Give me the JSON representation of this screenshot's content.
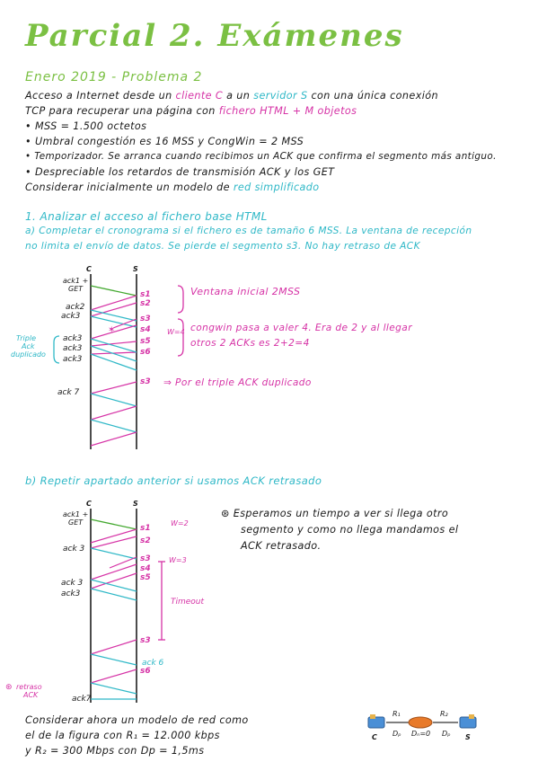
{
  "header": {
    "title": "Parcial 2. Exámenes",
    "subtitle": "Enero 2019 - Problema 2"
  },
  "intro": {
    "l1a": "Acceso a Internet desde un ",
    "l1b": "cliente C",
    "l1c": " a un ",
    "l1d": "servidor S",
    "l1e": " con una única conexión",
    "l2a": "TCP para recuperar una página con ",
    "l2b": "fichero HTML + M objetos",
    "b1": "• MSS = 1.500 octetos",
    "b2": "• Umbral congestión es 16 MSS y CongWin = 2 MSS",
    "b3": "• Temporizador. Se arranca cuando recibimos un ACK que confirma el segmento más antiguo.",
    "b4": "• Despreciable los retardos de transmisión ACK y los GET",
    "l3a": "Considerar inicialmente un modelo de ",
    "l3b": "red simplificado"
  },
  "part1": {
    "heading": "1. Analizar el acceso al fichero base HTML",
    "qa1": "a) Completar el cronograma si el fichero es de tamaño 6 MSS. La ventana de recepción",
    "qa2": "no limita el envío de datos. Se pierde el segmento s3. No hay retraso de ACK"
  },
  "diagram_a": {
    "client": "C",
    "server": "S",
    "left_labels": [
      "ack1 +",
      "GET",
      "ack2",
      "ack3",
      "ack3",
      "ack3",
      "ack3",
      "ack 7"
    ],
    "segments": [
      "s1",
      "s2",
      "s3",
      "s4",
      "s5",
      "s6",
      "s3"
    ],
    "triple": [
      "Triple",
      "Ack",
      "duplicado"
    ],
    "w": "W=4",
    "note1": "Ventana inicial 2MSS",
    "note2a": "congwin pasa a valer 4. Era de 2 y al llegar",
    "note2b": "otros 2 ACKs es 2+2=4",
    "note3": "⇒ Por el triple ACK duplicado"
  },
  "part_b": {
    "heading": "b) Repetir apartado anterior si usamos ACK retrasado"
  },
  "diagram_b": {
    "client": "C",
    "server": "S",
    "left_labels": [
      "ack1 +",
      "GET",
      "ack 3",
      "ack 3",
      "ack3",
      "ack7"
    ],
    "segments": [
      "s1",
      "s2",
      "s3",
      "s4",
      "s5",
      "s3",
      "s6"
    ],
    "w2": "W=2",
    "w3": "W=3",
    "timeout": "Timeout",
    "ack6": "ack 6",
    "retraso1": "retraso",
    "retraso2": "ACK",
    "star": "⊛",
    "note1": "⊛ Esperamos un tiempo a ver si llega otro",
    "note2": "segmento y como no llega mandamos el",
    "note3": "ACK retrasado."
  },
  "footer": {
    "l1": "Considerar ahora un modelo de red como",
    "l2": "el de la figura con R₁ = 12.000 kbps",
    "l3": "y R₂ = 300 Mbps con Dp = 1,5ms"
  },
  "network": {
    "r1": "R₁",
    "r2": "R₂",
    "dp1": "Dₚ",
    "dn": "Dₙ=0",
    "dp2": "Dₚ",
    "c": "C",
    "s": "S"
  }
}
